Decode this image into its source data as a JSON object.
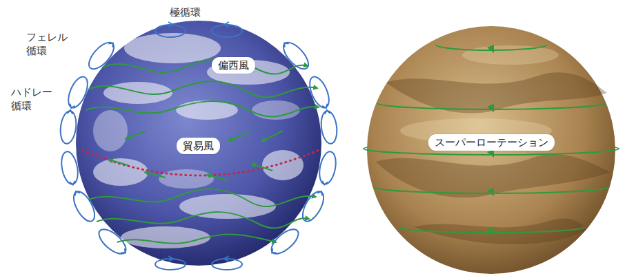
{
  "diagram": {
    "nodes": [
      {
        "text": [
          "偏西風"
        ]
      },
      {
        "text": [
          "貿易風"
        ]
      },
      {
        "text": [
          "スーパーローテーション"
        ]
      }
    ],
    "labels": [
      "極循環",
      "フェレル 循環",
      "ハドレー 循環"
    ]
  }
}
